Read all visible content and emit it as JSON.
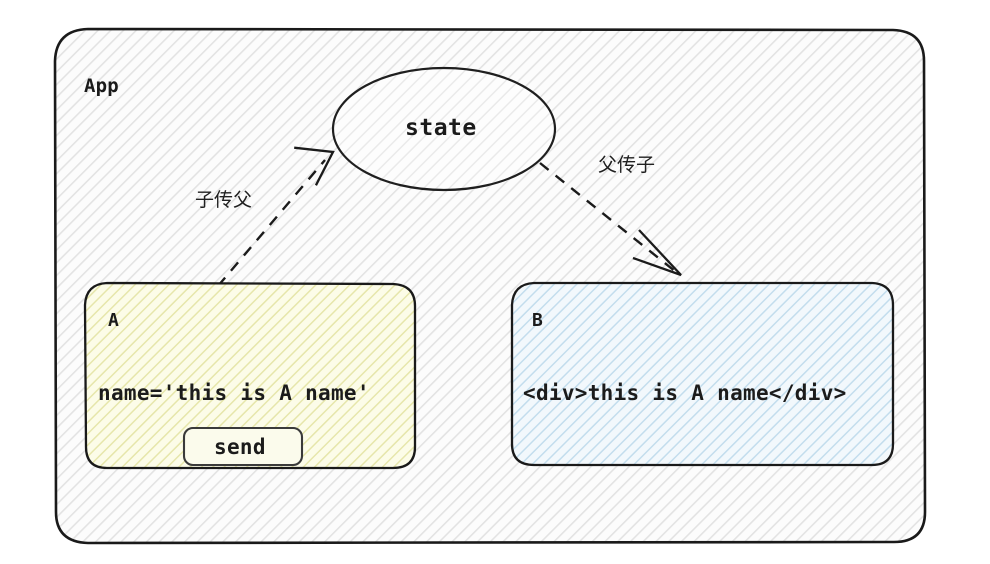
{
  "diagram": {
    "title_label": "App",
    "state_node": {
      "label": "state",
      "shape": "ellipse",
      "fill": "#fbfbfb",
      "stroke": "#1f1f1f"
    },
    "container": {
      "label": "App",
      "fill": "#fafafa",
      "stroke": "#1a1a1a",
      "hatch_color": "#e2e2e2"
    },
    "nodes": [
      {
        "id": "A",
        "label": "A",
        "code": "name='this is A name'",
        "fill": "#f6f6df",
        "hatch_color": "#e2e2a8",
        "stroke": "#1a1a1a",
        "button": {
          "label": "send",
          "stroke": "#3a3a3a"
        }
      },
      {
        "id": "B",
        "label": "B",
        "code": "<div>this is A name</div>",
        "fill": "#e7f1f8",
        "hatch_color": "#bcd9ec",
        "stroke": "#1a1a1a",
        "button": null
      }
    ],
    "edges": [
      {
        "id": "a-to-state",
        "label": "子传父",
        "from": "A",
        "to": "state",
        "style": "dashed",
        "arrow": "open",
        "stroke": "#1b1b1b"
      },
      {
        "id": "state-to-b",
        "label": "父传子",
        "from": "state",
        "to": "B",
        "style": "dashed",
        "arrow": "open",
        "stroke": "#1b1b1b"
      }
    ]
  }
}
